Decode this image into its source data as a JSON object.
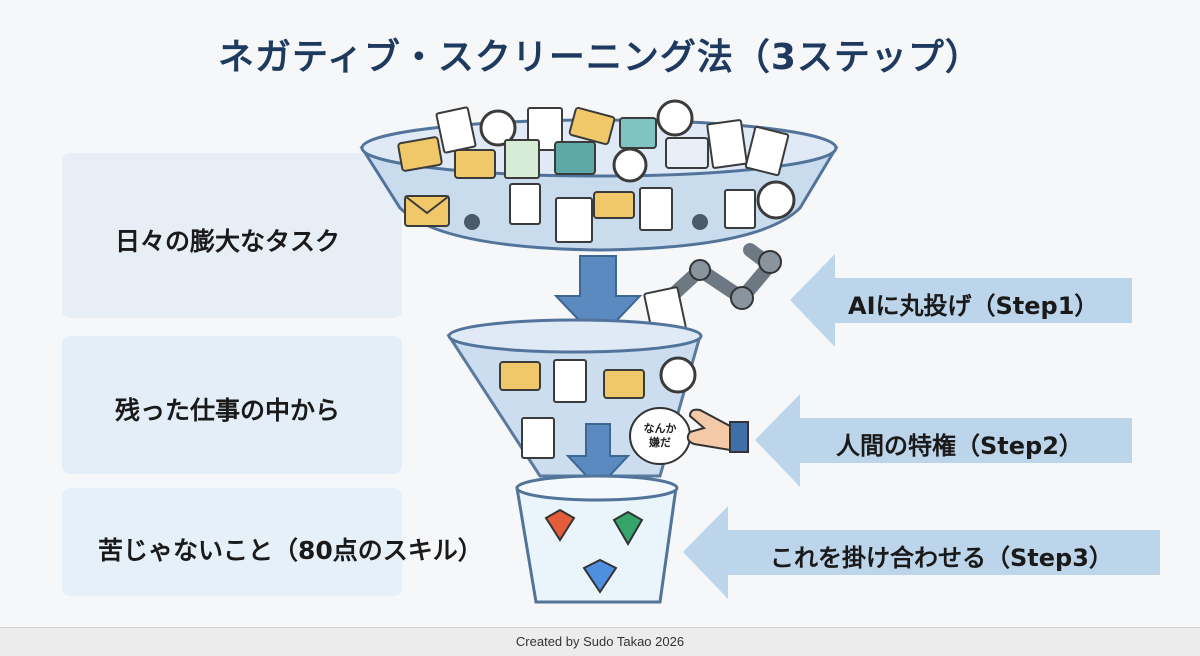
{
  "title": "ネガティブ・スクリーニング法（3ステップ）",
  "stages": [
    {
      "label": "日々の膨大なタスク"
    },
    {
      "label": "残った仕事の中から"
    },
    {
      "label": "苦じゃないこと（80点のスキル）"
    }
  ],
  "steps": [
    {
      "label": "AIに丸投げ（Step1）"
    },
    {
      "label": "人間の特権（Step2）"
    },
    {
      "label": "これを掛け合わせる（Step3）"
    }
  ],
  "speech_bubble": [
    "なんか",
    "嫌だ"
  ],
  "footer": "Created by Sudo Takao 2026",
  "colors": {
    "title": "#1f3a5f",
    "band_top": "#e8eef6",
    "band_mid": "#e4eef8",
    "band_bottom": "#e6f0f8",
    "arrow": "#a8c6e0",
    "funnel": "#bcd4ea",
    "down_arrow": "#5a8ac0"
  }
}
